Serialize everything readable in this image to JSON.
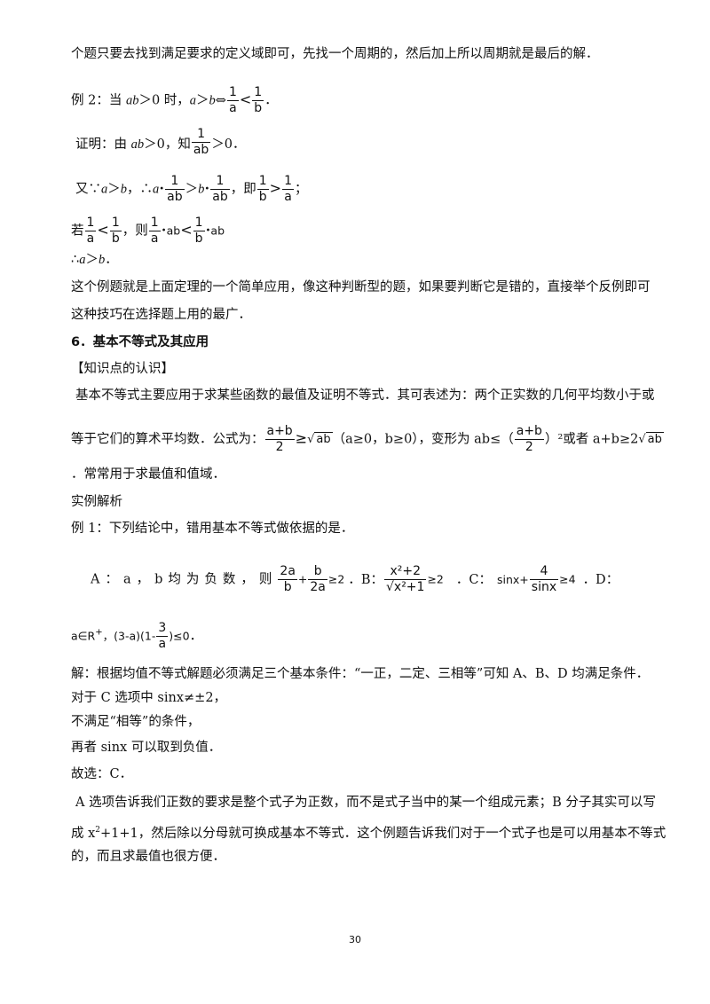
{
  "lines": {
    "l1": "个题只要去找到满足要求的定义域即可，先找一个周期的，然后加上所以周期就是最后的解．",
    "ex2_prefix": "例 2：当 ",
    "ex2_ab": "ab",
    "ex2_gt0": "＞0 时，",
    "ex2_a": "a",
    "ex2_gtb": "＞",
    "ex2_b": "b",
    "ex2_iff": "⇔",
    "ex2_end": "．",
    "proof_prefix": "证明：由 ",
    "proof_ab": "ab",
    "proof_mid": "＞0，知",
    "proof_end": "＞0．",
    "you_prefix": "又∵",
    "you_a": "a",
    "you_gt": "＞",
    "you_b": "b",
    "you_mid": "，∴",
    "you_a2": "a",
    "you_gt2": "＞",
    "you_b2": "b",
    "you_ji": "，即",
    "you_end": "；",
    "ruo_prefix": "若",
    "ruo_mid": "，则",
    "therefore": "∴",
    "therefore_a": "a",
    "therefore_gt": "＞",
    "therefore_b": "b",
    "therefore_end": "．",
    "l_apply": "这个例题就是上面定理的一个简单应用，像这种判断型的题，如果要判断它是错的，直接举个反例即可",
    "l_tech": "这种技巧在选择题上用的最广．",
    "section_title": "6．基本不等式及其应用",
    "knowledge": "【知识点的认识】",
    "k1": "基本不等式主要应用于求某些函数的最值及证明不等式．其可表述为：两个正实数的几何平均数小于或",
    "k2_prefix": "等于它们的算术平均数．公式为：",
    "k2_cond": "（a≥0，b≥0），变形为 ab≤（",
    "k2_sq": "）²或者 a+b≥2",
    "k3": "．常常用于求最值和值域．",
    "example_title": "实例解析",
    "ex1": "例 1：下列结论中，错用基本不等式做依据的是．",
    "optA": "A：a，b均为负数，则",
    "optB_label": "．B：",
    "optC_label": "．C：",
    "optD_label": "．D：",
    "optD_expr_a": "a∈R",
    "optD_expr_plus": "+",
    "optD_expr_b": "，(3-a)(1-",
    "optD_expr_c": ")≤0",
    "optD_end": "．",
    "sol1": "解：根据均值不等式解题必须满足三个基本条件：“一正，二定、三相等”可知 A、B、D 均满足条件．",
    "sol2": "对于 C 选项中 sinx≠±2，",
    "sol3": "不满足“相等”的条件，",
    "sol4": "再者 sinx 可以取到负值．",
    "sol5": "故选：C．",
    "c1": "A 选项告诉我们正数的要求是整个式子为正数，而不是式子当中的某一个组成元素；B 分子其实可以写",
    "c2_a": "成 x",
    "c2_sup": "2",
    "c2_b": "+1+1，然后除以分母就可换成基本不等式．这个例题告诉我们对于一个式子也是可以用基本不等式",
    "c3": "的，而且求最值也很方便．"
  },
  "fractions": {
    "one": "1",
    "a": "a",
    "b": "b",
    "ab": "ab",
    "apb": "a+b",
    "two": "2",
    "twoa": "2a",
    "four": "4",
    "three": "3",
    "sinx": "sinx",
    "x2p2": "x²+2",
    "x2p1": "x²+1",
    "sinx_plus": "sinx+",
    "geq2": "≥2",
    "geq4": "≥4",
    "lt": "<",
    "gt": ">",
    "bullet": "•",
    "sqrt_ab": "ab"
  },
  "footer": {
    "page_number": "30"
  }
}
